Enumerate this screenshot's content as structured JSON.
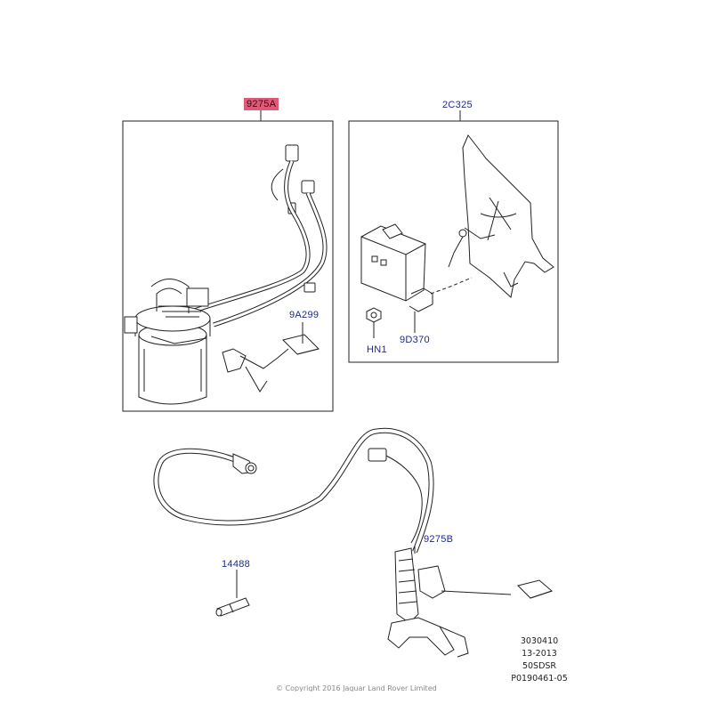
{
  "callouts": {
    "fuel_pump_assembly": "9275A",
    "fuel_pump_module": "2C325",
    "fuel_level_sender": "9A299",
    "nut": "HN1",
    "fuel_pump_control_module": "9D370",
    "fuel_sender_unit": "9275B",
    "pin": "14488"
  },
  "footer": {
    "code1": "3030410",
    "code2": "13-2013",
    "code3": "50SDSR",
    "code4": "P0190461-05",
    "copyright": "© Copyright 2016 Jaguar Land Rover Limited"
  },
  "colors": {
    "highlight": "#e05a78",
    "callout_text": "#1d2a86",
    "line": "#222222"
  }
}
